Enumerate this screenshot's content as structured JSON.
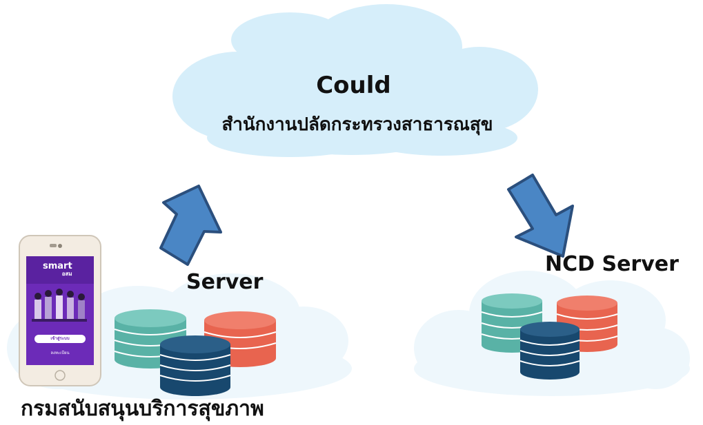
{
  "cloud": {
    "title": "Could",
    "subtitle": "สำนักงานปลัดกระทรวงสาธารณสุข"
  },
  "left": {
    "server_label": "Server",
    "org_label": "กรมสนับสนุนบริการสุขภาพ",
    "phone": {
      "logo_text": "smart",
      "logo_sub": "อสม",
      "button1": "เข้าสู่ระบบ",
      "button2": "ลงทะเบียน"
    }
  },
  "right": {
    "server_label": "NCD Server"
  },
  "colors": {
    "cloud_main": "#d6eefa",
    "cloud_pale": "#eef7fc",
    "arrow_fill": "#4a86c5",
    "arrow_stroke": "#2b4f7d",
    "db_teal": "#59b2a6",
    "db_red": "#e8644f",
    "db_navy": "#18486e",
    "phone_purple": "#6c2bb8"
  }
}
